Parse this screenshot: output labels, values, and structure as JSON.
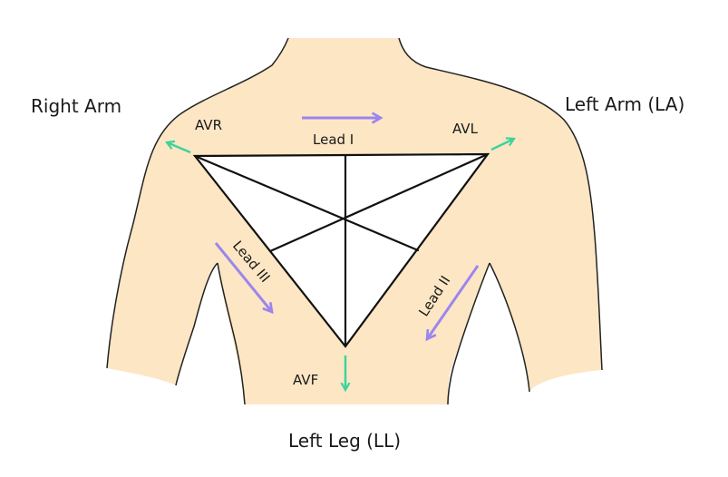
{
  "labels": {
    "right_arm": "Right Arm",
    "left_arm": "Left Arm (LA)",
    "left_leg": "Left Leg (LL)",
    "avr": "AVR",
    "avl": "AVL",
    "avf": "AVF",
    "lead_1": "Lead I",
    "lead_2": "Lead II",
    "lead_3": "Lead III"
  },
  "colors": {
    "skin": "#fde6c4",
    "outline": "#222222",
    "triangle": "#111111",
    "lead_arrow": "#9b86ee",
    "aug_arrow": "#3dd39b"
  }
}
